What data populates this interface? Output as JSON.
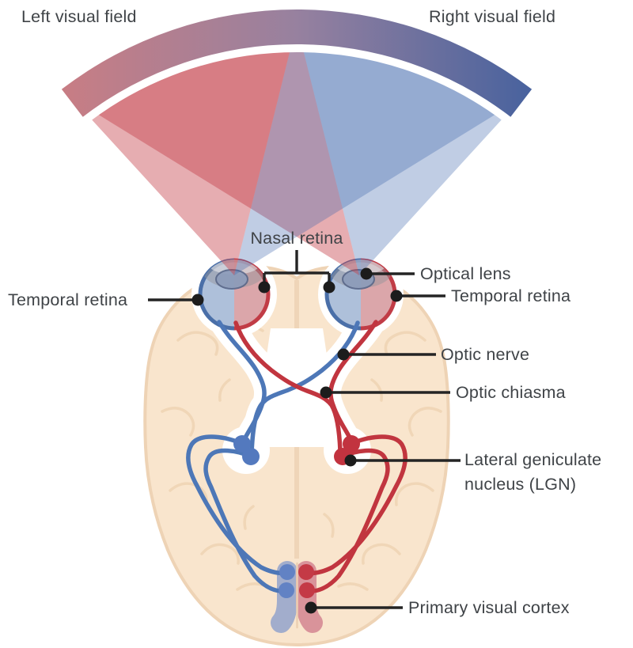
{
  "title": "Visual pathway diagram",
  "labels": {
    "left_visual_field": "Left visual field",
    "right_visual_field": "Right visual field",
    "nasal_retina": "Nasal retina",
    "optical_lens": "Optical lens",
    "temporal_retina_left": "Temporal retina",
    "temporal_retina_right": "Temporal retina",
    "optic_nerve": "Optic nerve",
    "optic_chiasma": "Optic chiasma",
    "lgn_line1": "Lateral geniculate",
    "lgn_line2": "nucleus (LGN)",
    "primary_visual_cortex": "Primary visual cortex"
  },
  "colors": {
    "label_text": "#3f4347",
    "leader_line": "#242424",
    "band_gradient_left": "#c87d84",
    "band_gradient_mid": "#97819f",
    "band_gradient_right": "#48629e",
    "field_red_overlay": "rgba(195,60,70,0.42)",
    "field_blue_overlay": "rgba(60,100,170,0.32)",
    "pathway_red": "#c1353f",
    "pathway_blue": "#4d77b7",
    "eye_rim_red": "#c13c46",
    "eye_rim_blue": "#4a6fa8",
    "eye_fill_red": "#dba6aa",
    "eye_fill_blue": "#aec0da",
    "brain_fill": "#f9e5cd",
    "brain_lines": "#f0d6b6",
    "cortex_strip_blue": "#a2adcc",
    "cortex_strip_red": "#d9939a",
    "lgn_dot_blue": "#5379be",
    "lgn_dot_red": "#c2333f"
  }
}
